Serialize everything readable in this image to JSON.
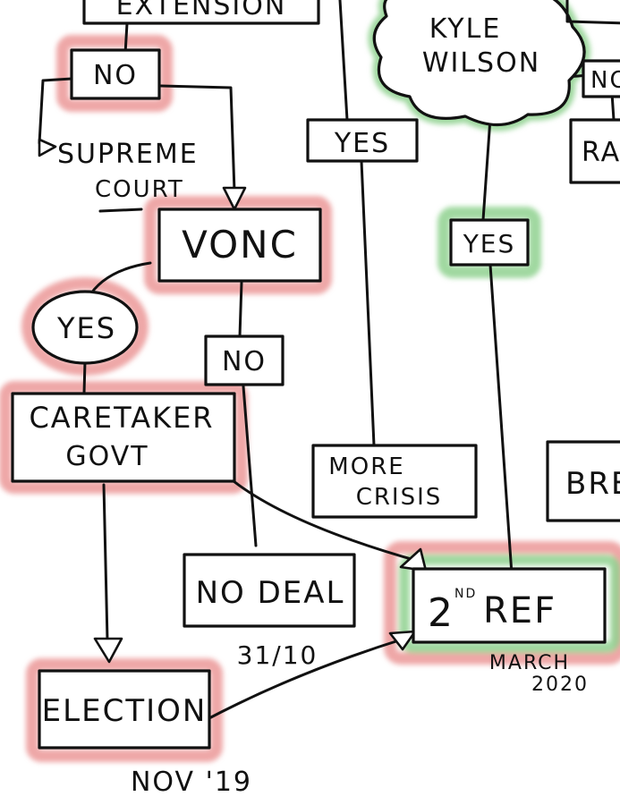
{
  "colors": {
    "ink": "#111111",
    "red_highlight": "#e88a8a",
    "green_highlight": "#8fd18f",
    "background": "#ffffff"
  },
  "nodes": {
    "extension": "EXTENSION",
    "no_top": "NO",
    "supreme_court_line1": "SUPREME",
    "supreme_court_line2": "COURT",
    "vonc": "VONC",
    "yes_vonc": "YES",
    "no_vonc": "NO",
    "caretaker_line1": "CARETAKER",
    "caretaker_line2": "GOVT",
    "election": "ELECTION",
    "election_date": "NOV '19",
    "no_deal": "NO DEAL",
    "no_deal_date": "31/10",
    "kyle_wilson_line1": "KYLE",
    "kyle_wilson_line2": "WILSON",
    "yes_kyle": "YES",
    "yes_mid": "YES",
    "more_crisis_line1": "MORE",
    "more_crisis_line2": "CRISIS",
    "second_ref_num": "2",
    "second_ref_suffix": "ND",
    "second_ref_text": "REF",
    "second_ref_date_line1": "MARCH",
    "second_ref_date_line2": "2020",
    "partial_right_top": "NO",
    "partial_right_mid": "RA",
    "partial_right_low": "BRE"
  }
}
